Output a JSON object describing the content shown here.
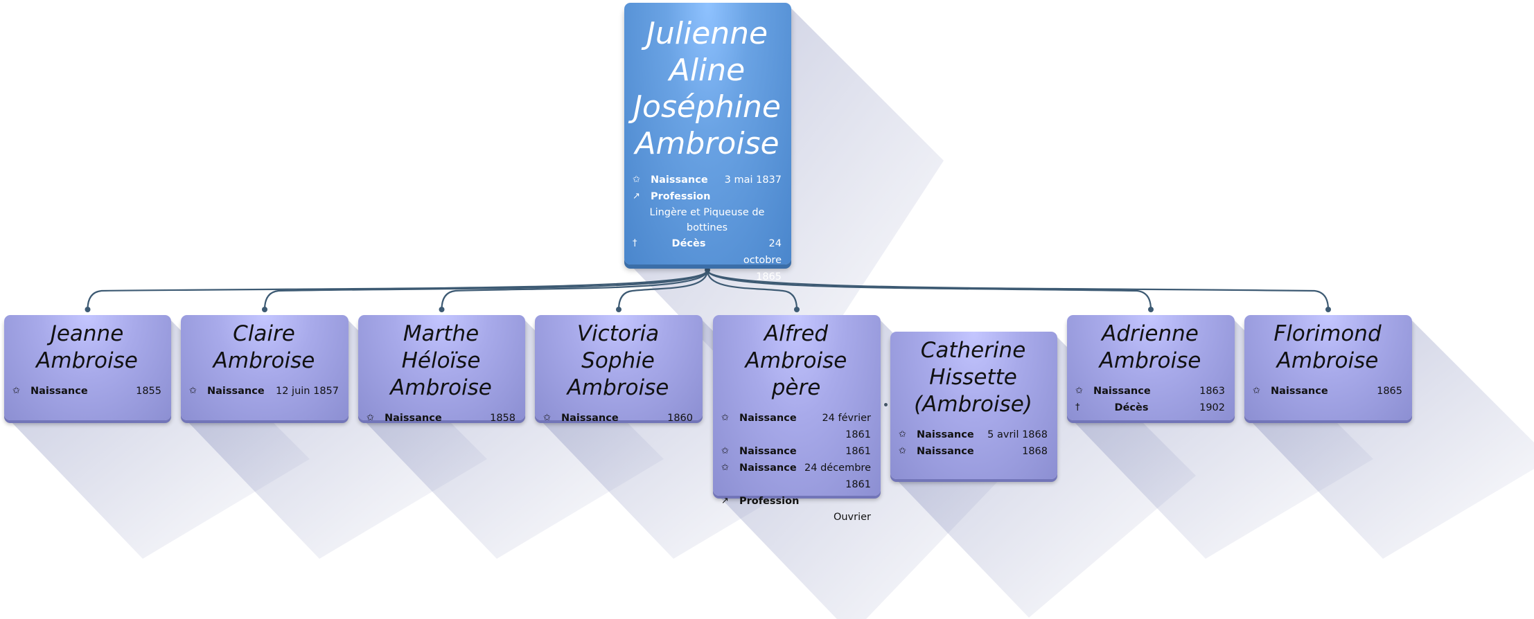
{
  "colors": {
    "root": "#5b95d9",
    "child": "#a4a6e6",
    "link": "#3d5a73"
  },
  "root": {
    "name": [
      "Julienne",
      "Aline",
      "Joséphine",
      "Ambroise"
    ],
    "events": [
      {
        "icon": "star-icon",
        "glyph": "✩",
        "label": "Naissance",
        "value": "3 mai 1837"
      },
      {
        "icon": "hammer-icon",
        "glyph": "↗",
        "label": "Profession",
        "value": "",
        "detail": "Lingère et Piqueuse de bottines"
      },
      {
        "icon": "cross-icon",
        "glyph": "†",
        "label": "Décès",
        "value": "24 octobre 1865"
      }
    ]
  },
  "children": [
    {
      "name": [
        "Jeanne",
        "Ambroise"
      ],
      "events": [
        {
          "icon": "star-icon",
          "glyph": "✩",
          "label": "Naissance",
          "value": "1855"
        }
      ]
    },
    {
      "name": [
        "Claire",
        "Ambroise"
      ],
      "events": [
        {
          "icon": "star-icon",
          "glyph": "✩",
          "label": "Naissance",
          "value": "12 juin 1857"
        }
      ]
    },
    {
      "name": [
        "Marthe Héloïse",
        "Ambroise"
      ],
      "events": [
        {
          "icon": "star-icon",
          "glyph": "✩",
          "label": "Naissance",
          "value": "1858"
        }
      ]
    },
    {
      "name": [
        "Victoria Sophie",
        "Ambroise"
      ],
      "events": [
        {
          "icon": "star-icon",
          "glyph": "✩",
          "label": "Naissance",
          "value": "1860"
        }
      ]
    },
    {
      "name": [
        "Alfred",
        "Ambroise père"
      ],
      "events": [
        {
          "icon": "star-icon",
          "glyph": "✩",
          "label": "Naissance",
          "value": "24 février 1861"
        },
        {
          "icon": "star-icon",
          "glyph": "✩",
          "label": "Naissance",
          "value": "1861"
        },
        {
          "icon": "star-icon",
          "glyph": "✩",
          "label": "Naissance",
          "value": "24 décembre 1861"
        },
        {
          "icon": "hammer-icon",
          "glyph": "↗",
          "label": "Profession",
          "value": "",
          "detail": "Ouvrier"
        }
      ]
    },
    {
      "name": [
        "Catherine",
        "Hissette",
        "(Ambroise)"
      ],
      "events": [
        {
          "icon": "star-icon",
          "glyph": "✩",
          "label": "Naissance",
          "value": "5 avril 1868"
        },
        {
          "icon": "star-icon",
          "glyph": "✩",
          "label": "Naissance",
          "value": "1868"
        }
      ]
    },
    {
      "name": [
        "Adrienne",
        "Ambroise"
      ],
      "events": [
        {
          "icon": "star-icon",
          "glyph": "✩",
          "label": "Naissance",
          "value": "1863"
        },
        {
          "icon": "cross-icon",
          "glyph": "†",
          "label": "Décès",
          "value": "1902"
        }
      ]
    },
    {
      "name": [
        "Florimond",
        "Ambroise"
      ],
      "events": [
        {
          "icon": "star-icon",
          "glyph": "✩",
          "label": "Naissance",
          "value": "1865"
        }
      ]
    }
  ]
}
